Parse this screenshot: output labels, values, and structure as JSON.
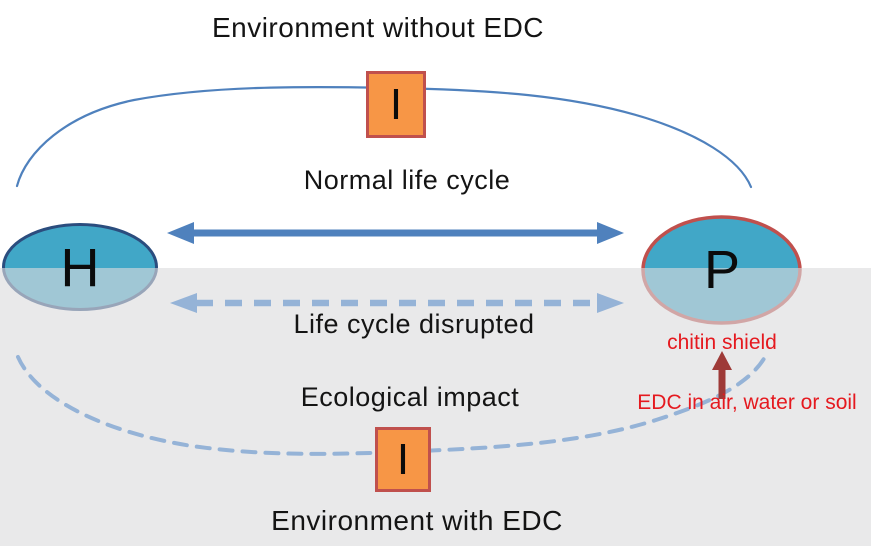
{
  "labels": {
    "env_without": "Environment without EDC",
    "normal_cycle": "Normal life cycle",
    "life_disrupted": "Life cycle disrupted",
    "ecological_impact": "Ecological  impact",
    "env_with": "Environment with EDC",
    "chitin_shield": "chitin shield",
    "edc_source": "EDC in air, water or soil"
  },
  "nodes": {
    "host": {
      "label": "H"
    },
    "parasite": {
      "label": "P"
    },
    "insecticide_top": {
      "label": "I"
    },
    "insecticide_bottom": {
      "label": "I"
    }
  },
  "colors": {
    "teal_fill": "#41A7C7",
    "host_border": "#2B4D7E",
    "parasite_border": "#C0504D",
    "box_fill": "#F79646",
    "box_border": "#C0504D",
    "solid_arrow": "#4F81BD",
    "dashed_arrow": "#95B3D7",
    "red_text": "#E5191F",
    "red_arrow": "#9E3A38",
    "band_gray": "#E9E9EA"
  }
}
